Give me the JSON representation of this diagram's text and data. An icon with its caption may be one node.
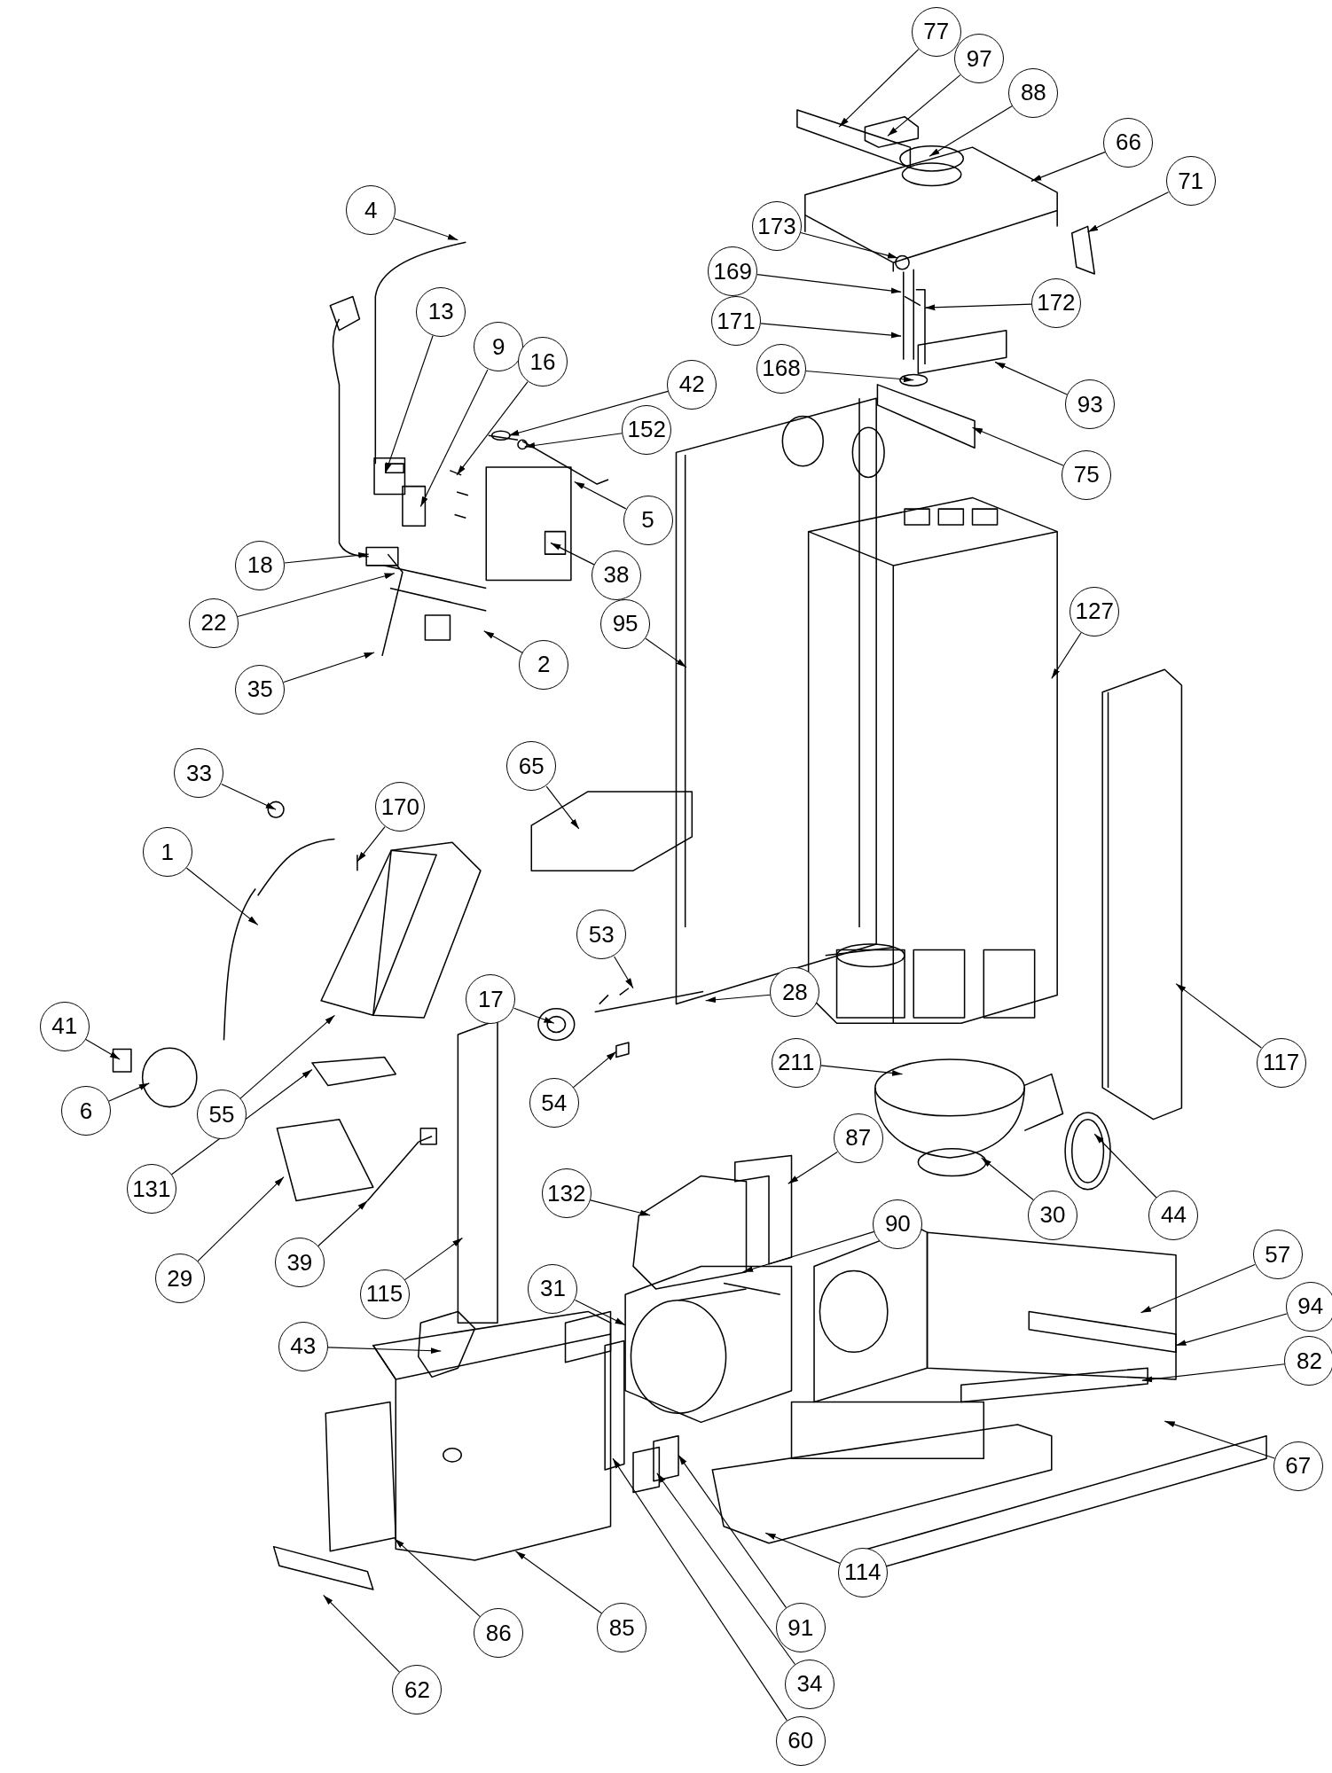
{
  "diagram": {
    "nodes": [
      {
        "text": [
          "77"
        ]
      },
      {
        "text": [
          "97"
        ]
      },
      {
        "text": [
          "88"
        ]
      },
      {
        "text": [
          "66"
        ]
      },
      {
        "text": [
          "71"
        ]
      },
      {
        "text": [
          "4"
        ]
      },
      {
        "text": [
          "173"
        ]
      },
      {
        "text": [
          "169"
        ]
      },
      {
        "text": [
          "172"
        ]
      },
      {
        "text": [
          "13"
        ]
      },
      {
        "text": [
          "171"
        ]
      },
      {
        "text": [
          "9"
        ]
      },
      {
        "text": [
          "16"
        ]
      },
      {
        "text": [
          "168"
        ]
      },
      {
        "text": [
          "42"
        ]
      },
      {
        "text": [
          "93"
        ]
      },
      {
        "text": [
          "152"
        ]
      },
      {
        "text": [
          "75"
        ]
      },
      {
        "text": [
          "5"
        ]
      },
      {
        "text": [
          "18"
        ]
      },
      {
        "text": [
          "38"
        ]
      },
      {
        "text": [
          "22"
        ]
      },
      {
        "text": [
          "95"
        ]
      },
      {
        "text": [
          "127"
        ]
      },
      {
        "text": [
          "2"
        ]
      },
      {
        "text": [
          "35"
        ]
      },
      {
        "text": [
          "65"
        ]
      },
      {
        "text": [
          "33"
        ]
      },
      {
        "text": [
          "170"
        ]
      },
      {
        "text": [
          "1"
        ]
      },
      {
        "text": [
          "53"
        ]
      },
      {
        "text": [
          "28"
        ]
      },
      {
        "text": [
          "17"
        ]
      },
      {
        "text": [
          "41"
        ]
      },
      {
        "text": [
          "211"
        ]
      },
      {
        "text": [
          "117"
        ]
      },
      {
        "text": [
          "55"
        ]
      },
      {
        "text": [
          "54"
        ]
      },
      {
        "text": [
          "6"
        ]
      },
      {
        "text": [
          "87"
        ]
      },
      {
        "text": [
          "131"
        ]
      },
      {
        "text": [
          "132"
        ]
      },
      {
        "text": [
          "30"
        ]
      },
      {
        "text": [
          "44"
        ]
      },
      {
        "text": [
          "90"
        ]
      },
      {
        "text": [
          "57"
        ]
      },
      {
        "text": [
          "29"
        ]
      },
      {
        "text": [
          "39"
        ]
      },
      {
        "text": [
          "115"
        ]
      },
      {
        "text": [
          "31"
        ]
      },
      {
        "text": [
          "94"
        ]
      },
      {
        "text": [
          "43"
        ]
      },
      {
        "text": [
          "82"
        ]
      },
      {
        "text": [
          "67"
        ]
      },
      {
        "text": [
          "114"
        ]
      },
      {
        "text": [
          "91"
        ]
      },
      {
        "text": [
          "85"
        ]
      },
      {
        "text": [
          "86"
        ]
      },
      {
        "text": [
          "34"
        ]
      },
      {
        "text": [
          "62"
        ]
      },
      {
        "text": [
          "60"
        ]
      }
    ],
    "edges": [
      {
        "from": 0,
        "to": null,
        "arrow": "to"
      },
      {
        "from": 1,
        "to": null,
        "arrow": "to"
      },
      {
        "from": 2,
        "to": null,
        "arrow": "to"
      },
      {
        "from": 3,
        "to": null,
        "arrow": "to"
      },
      {
        "from": 4,
        "to": null,
        "arrow": "to"
      },
      {
        "from": 5,
        "to": null,
        "arrow": "to"
      },
      {
        "from": 6,
        "to": null,
        "arrow": "to"
      },
      {
        "from": 7,
        "to": null,
        "arrow": "to"
      },
      {
        "from": 8,
        "to": null,
        "arrow": "to"
      },
      {
        "from": 9,
        "to": null,
        "arrow": "to"
      },
      {
        "from": 10,
        "to": null,
        "arrow": "to"
      },
      {
        "from": 11,
        "to": null,
        "arrow": "to"
      },
      {
        "from": 12,
        "to": null,
        "arrow": "to"
      },
      {
        "from": 13,
        "to": null,
        "arrow": "to"
      },
      {
        "from": 14,
        "to": null,
        "arrow": "to"
      },
      {
        "from": 15,
        "to": null,
        "arrow": "to"
      },
      {
        "from": 16,
        "to": null,
        "arrow": "to"
      },
      {
        "from": 17,
        "to": null,
        "arrow": "to"
      },
      {
        "from": 18,
        "to": null,
        "arrow": "to"
      },
      {
        "from": 19,
        "to": null,
        "arrow": "to"
      },
      {
        "from": 20,
        "to": null,
        "arrow": "to"
      },
      {
        "from": 21,
        "to": null,
        "arrow": "to"
      },
      {
        "from": 22,
        "to": null,
        "arrow": "to"
      },
      {
        "from": 23,
        "to": null,
        "arrow": "to"
      },
      {
        "from": 24,
        "to": null,
        "arrow": "to"
      },
      {
        "from": 25,
        "to": null,
        "arrow": "to"
      },
      {
        "from": 26,
        "to": null,
        "arrow": "to"
      },
      {
        "from": 27,
        "to": null,
        "arrow": "to"
      },
      {
        "from": 28,
        "to": null,
        "arrow": "to"
      },
      {
        "from": 29,
        "to": null,
        "arrow": "to"
      },
      {
        "from": 30,
        "to": null,
        "arrow": "to"
      },
      {
        "from": 31,
        "to": null,
        "arrow": "to"
      },
      {
        "from": 32,
        "to": null,
        "arrow": "to"
      },
      {
        "from": 33,
        "to": null,
        "arrow": "to"
      },
      {
        "from": 34,
        "to": null,
        "arrow": "to"
      },
      {
        "from": 35,
        "to": null,
        "arrow": "to"
      },
      {
        "from": 36,
        "to": null,
        "arrow": "to"
      },
      {
        "from": 37,
        "to": null,
        "arrow": "to"
      },
      {
        "from": 38,
        "to": null,
        "arrow": "to"
      },
      {
        "from": 39,
        "to": null,
        "arrow": "to"
      },
      {
        "from": 40,
        "to": null,
        "arrow": "to"
      },
      {
        "from": 41,
        "to": null,
        "arrow": "to"
      },
      {
        "from": 42,
        "to": null,
        "arrow": "to"
      },
      {
        "from": 43,
        "to": null,
        "arrow": "to"
      },
      {
        "from": 44,
        "to": null,
        "arrow": "to"
      },
      {
        "from": 45,
        "to": null,
        "arrow": "to"
      },
      {
        "from": 46,
        "to": null,
        "arrow": "to"
      },
      {
        "from": 47,
        "to": null,
        "arrow": "to"
      },
      {
        "from": 48,
        "to": null,
        "arrow": "to"
      },
      {
        "from": 49,
        "to": null,
        "arrow": "to"
      },
      {
        "from": 50,
        "to": null,
        "arrow": "to"
      },
      {
        "from": 51,
        "to": null,
        "arrow": "to"
      },
      {
        "from": 52,
        "to": null,
        "arrow": "to"
      },
      {
        "from": 53,
        "to": null,
        "arrow": "to"
      },
      {
        "from": 54,
        "to": null,
        "arrow": "to"
      },
      {
        "from": 55,
        "to": null,
        "arrow": "to"
      },
      {
        "from": 56,
        "to": null,
        "arrow": "to"
      },
      {
        "from": 57,
        "to": null,
        "arrow": "to"
      },
      {
        "from": 58,
        "to": null,
        "arrow": "to"
      },
      {
        "from": 59,
        "to": null,
        "arrow": "to"
      },
      {
        "from": 60,
        "to": null,
        "arrow": "to"
      }
    ]
  }
}
